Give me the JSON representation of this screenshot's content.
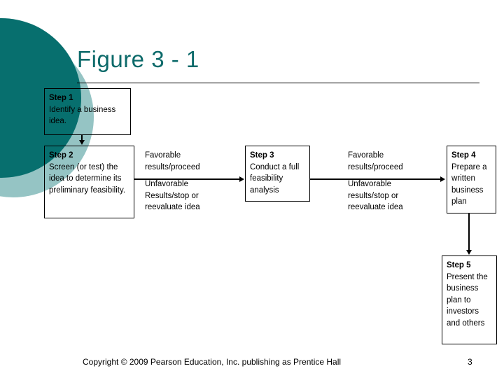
{
  "slide": {
    "title": "Figure 3 - 1",
    "title_color": "#0c6a6a",
    "decor": {
      "dark_circle_color": "#076f6e",
      "light_circle_color": "#95c4c4"
    }
  },
  "boxes": [
    {
      "id": "step1",
      "step": "Step 1",
      "body": "Identify a business idea."
    },
    {
      "id": "step2",
      "step": "Step 2",
      "body": "Screen (or test) the idea to determine its preliminary feasibility."
    },
    {
      "id": "step3",
      "step": "Step 3",
      "body": "Conduct a full feasibility analysis"
    },
    {
      "id": "step4",
      "step": "Step 4",
      "body": "Prepare a written business plan"
    },
    {
      "id": "step5",
      "step": "Step 5",
      "body": "Present the business plan to investors and others"
    }
  ],
  "labels": [
    {
      "id": "labels-a",
      "favorable_line1": "Favorable",
      "favorable_line2": "results/proceed",
      "unfavorable_line1": "Unfavorable",
      "unfavorable_line2": "Results/stop or",
      "unfavorable_line3": "reevaluate idea"
    },
    {
      "id": "labels-b",
      "favorable_line1": "Favorable",
      "favorable_line2": "results/proceed",
      "unfavorable_line1": "Unfavorable",
      "unfavorable_line2": "results/stop or",
      "unfavorable_line3": "reevaluate idea"
    }
  ],
  "footer": {
    "copyright": "Copyright © 2009 Pearson Education, Inc. publishing as Prentice Hall",
    "page_number": "3"
  }
}
